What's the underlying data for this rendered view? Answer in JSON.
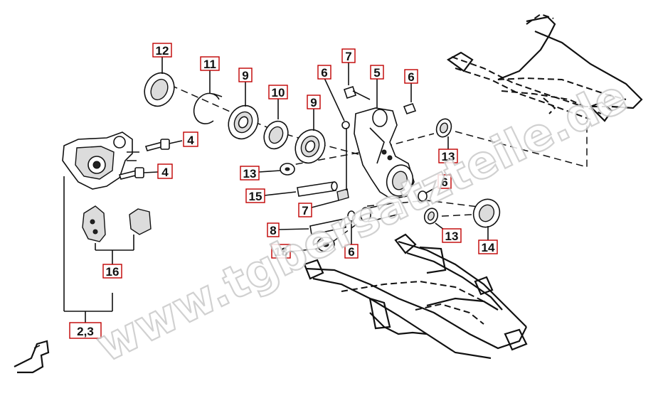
{
  "labels": {
    "p12": "12",
    "p11": "11",
    "p9a": "9",
    "p10": "10",
    "p9b": "9",
    "p7a": "7",
    "p5": "5",
    "p6a": "6",
    "p6b": "6",
    "p4a": "4",
    "p4b": "4",
    "p13a": "13",
    "p13b": "13",
    "p13c": "13",
    "p13d": "13",
    "p15": "15",
    "p7b": "7",
    "p8": "8",
    "p6c": "6",
    "p6d": "6",
    "p14": "14",
    "p16": "16",
    "p23": "2,3"
  },
  "watermark": "www.tgbersatzteile.de"
}
